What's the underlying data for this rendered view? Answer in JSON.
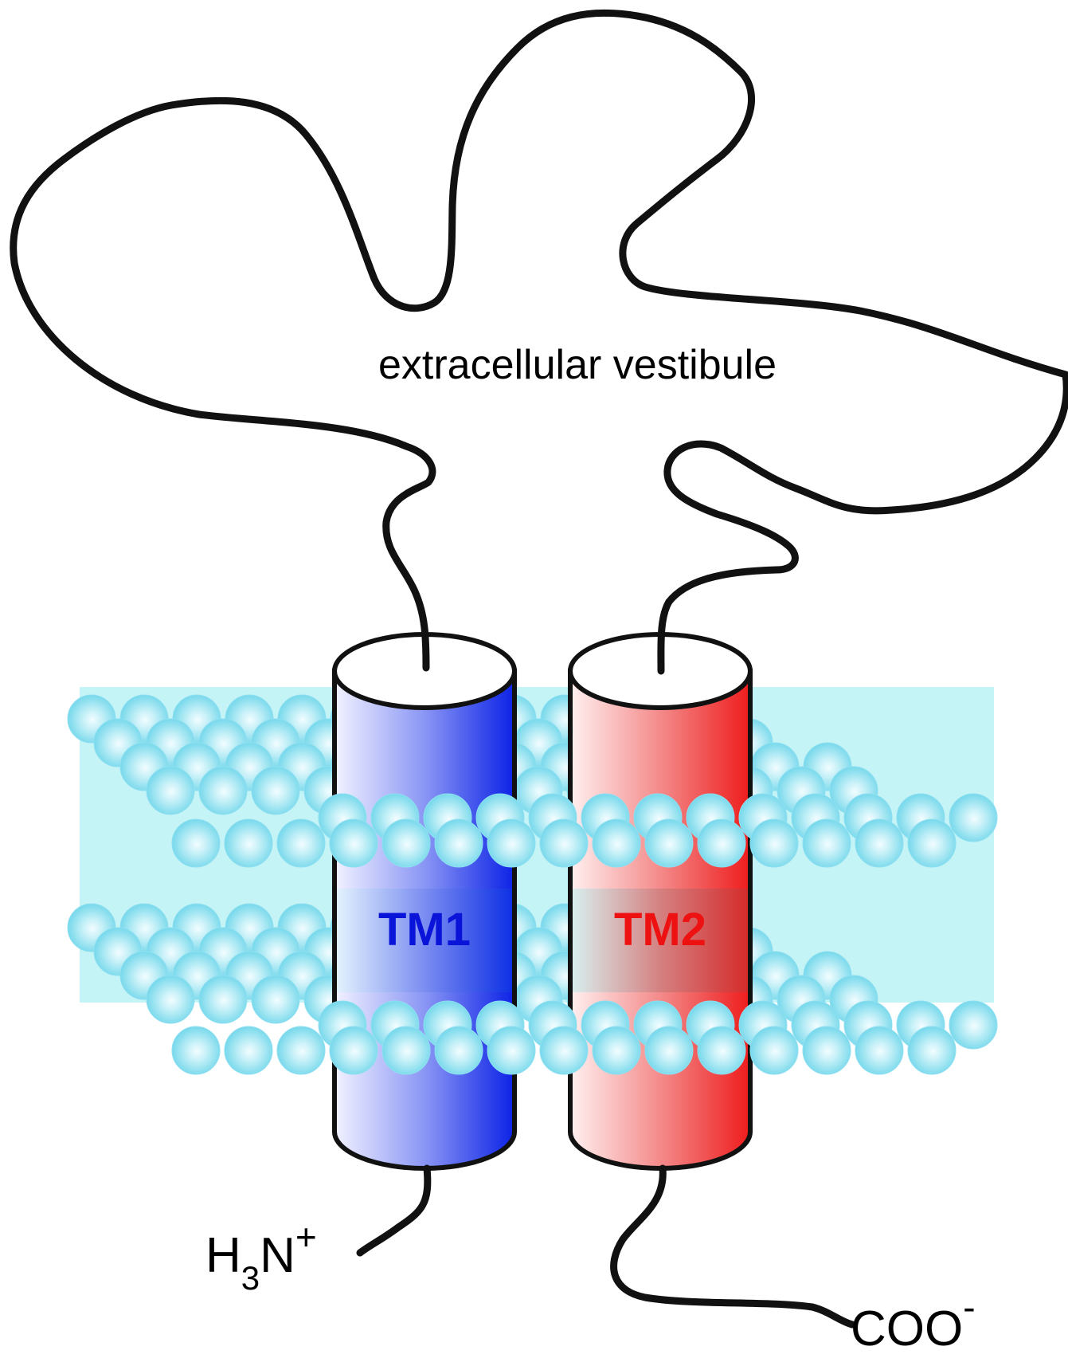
{
  "labels": {
    "vestibule": "extracellular vestibule",
    "tm1": "TM1",
    "tm2": "TM2",
    "n_terminus": {
      "base": "H",
      "sub": "3",
      "mid": "N",
      "sup": "+"
    },
    "c_terminus": {
      "base": "COO",
      "sup": "-"
    }
  },
  "colors": {
    "tm1_text": "#0a14d8",
    "tm2_text": "#ee1111",
    "tm1_fill_dark": "#0b22e6",
    "tm2_fill_dark": "#ee1c1c",
    "bead": "#7fdcec",
    "bead_highlight": "#eefcff",
    "membrane_band": "#c4f4f6",
    "strand": "#111111"
  }
}
